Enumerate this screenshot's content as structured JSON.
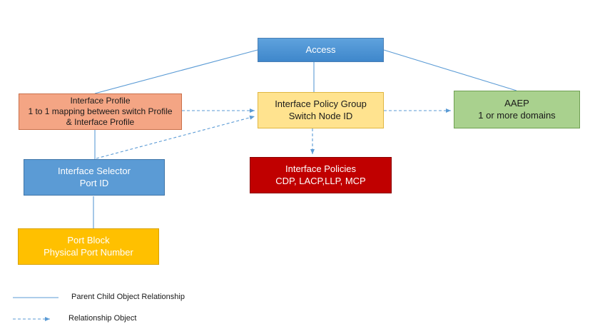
{
  "nodes": {
    "access": {
      "lines": [
        "Access"
      ]
    },
    "interface_profile": {
      "lines": [
        "Interface Profile",
        "1 to 1 mapping between switch Profile",
        "& Interface Profile"
      ]
    },
    "interface_policy_group": {
      "lines": [
        "Interface Policy Group",
        "Switch Node ID"
      ]
    },
    "aaep": {
      "lines": [
        "AAEP",
        "1 or more domains"
      ]
    },
    "interface_selector": {
      "lines": [
        "Interface Selector",
        "Port ID"
      ]
    },
    "interface_policies": {
      "lines": [
        "Interface Policies",
        "CDP, LACP,LLP, MCP"
      ]
    },
    "port_block": {
      "lines": [
        "Port Block",
        "Physical Port Number"
      ]
    }
  },
  "edges": [
    {
      "from": "access",
      "to": "interface_profile",
      "style": "parent-child"
    },
    {
      "from": "access",
      "to": "interface_policy_group",
      "style": "parent-child"
    },
    {
      "from": "access",
      "to": "aaep",
      "style": "parent-child"
    },
    {
      "from": "interface_profile",
      "to": "interface_selector",
      "style": "parent-child"
    },
    {
      "from": "interface_selector",
      "to": "port_block",
      "style": "parent-child"
    },
    {
      "from": "interface_profile",
      "to": "interface_policy_group",
      "style": "relationship"
    },
    {
      "from": "interface_selector",
      "to": "interface_policy_group",
      "style": "relationship"
    },
    {
      "from": "interface_policy_group",
      "to": "aaep",
      "style": "relationship"
    },
    {
      "from": "interface_policy_group",
      "to": "interface_policies",
      "style": "relationship"
    }
  ],
  "legend": {
    "solid_label": "Parent Child Object Relationship",
    "dashed_label": "Relationship Object"
  },
  "colors": {
    "line": "#5b9bd5",
    "access": "#4a90d9",
    "interface_profile": "#f4a584",
    "interface_policy_group": "#ffe38f",
    "aaep": "#a9d18e",
    "interface_selector": "#5b9bd5",
    "interface_policies": "#c00000",
    "port_block": "#ffc000"
  }
}
